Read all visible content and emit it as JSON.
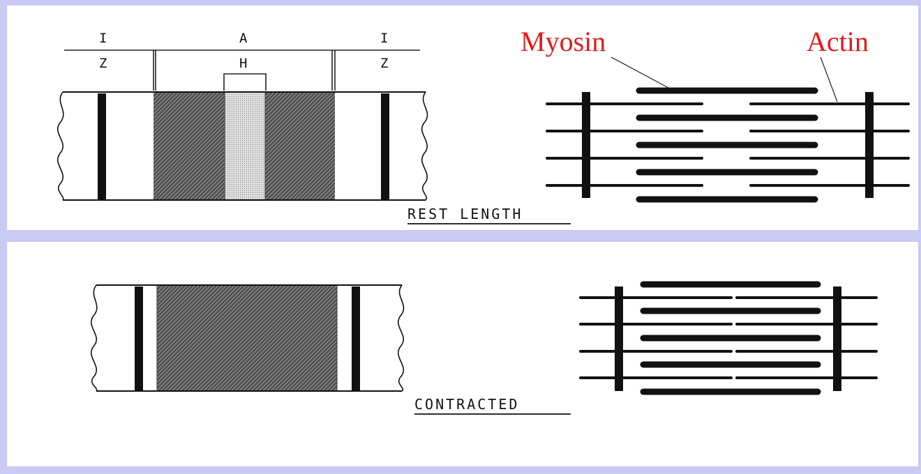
{
  "panels": {
    "rest": {
      "labels": {
        "i_left": "I",
        "a": "A",
        "i_right": "I",
        "z_left": "Z",
        "h": "H",
        "z_right": "Z"
      },
      "caption": "REST LENGTH",
      "myosin_label": "Myosin",
      "actin_label": "Actin"
    },
    "contracted": {
      "caption": "CONTRACTED"
    }
  },
  "colors": {
    "background": "#c9c9f2",
    "panel": "#ffffff",
    "ink": "#111111",
    "label_red": "#e01b1b",
    "a_band": "#555555",
    "h_zone": "#cfcfcf"
  },
  "legend_lines": {
    "myosin_count": 5,
    "actin_rows": 4
  }
}
